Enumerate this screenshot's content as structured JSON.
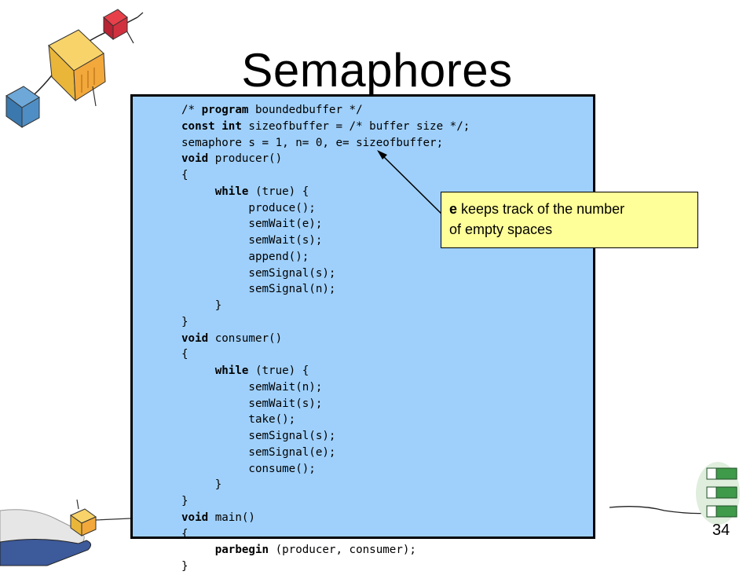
{
  "slide": {
    "title": "Semaphores",
    "page_number": "34"
  },
  "code_lines": [
    [
      {
        "t": "/* ",
        "b": false
      },
      {
        "t": "program",
        "b": true
      },
      {
        "t": " boundedbuffer */",
        "b": false
      }
    ],
    [
      {
        "t": "const",
        "b": true
      },
      {
        "t": " ",
        "b": false
      },
      {
        "t": "int",
        "b": true
      },
      {
        "t": " sizeofbuffer = /* buffer size */;",
        "b": false
      }
    ],
    [
      {
        "t": "semaphore s = 1, n= 0, e= sizeofbuffer;",
        "b": false
      }
    ],
    [
      {
        "t": "void",
        "b": true
      },
      {
        "t": " producer()",
        "b": false
      }
    ],
    [
      {
        "t": "{",
        "b": false
      }
    ],
    [
      {
        "t": "     ",
        "b": false
      },
      {
        "t": "while",
        "b": true
      },
      {
        "t": " (true) {",
        "b": false
      }
    ],
    [
      {
        "t": "          produce();",
        "b": false
      }
    ],
    [
      {
        "t": "          semWait(e);",
        "b": false
      }
    ],
    [
      {
        "t": "          semWait(s);",
        "b": false
      }
    ],
    [
      {
        "t": "          append();",
        "b": false
      }
    ],
    [
      {
        "t": "          semSignal(s);",
        "b": false
      }
    ],
    [
      {
        "t": "          semSignal(n);",
        "b": false
      }
    ],
    [
      {
        "t": "     }",
        "b": false
      }
    ],
    [
      {
        "t": "}",
        "b": false
      }
    ],
    [
      {
        "t": "void",
        "b": true
      },
      {
        "t": " consumer()",
        "b": false
      }
    ],
    [
      {
        "t": "{",
        "b": false
      }
    ],
    [
      {
        "t": "     ",
        "b": false
      },
      {
        "t": "while",
        "b": true
      },
      {
        "t": " (true) {",
        "b": false
      }
    ],
    [
      {
        "t": "          semWait(n);",
        "b": false
      }
    ],
    [
      {
        "t": "          semWait(s);",
        "b": false
      }
    ],
    [
      {
        "t": "          take();",
        "b": false
      }
    ],
    [
      {
        "t": "          semSignal(s);",
        "b": false
      }
    ],
    [
      {
        "t": "          semSignal(e);",
        "b": false
      }
    ],
    [
      {
        "t": "          consume();",
        "b": false
      }
    ],
    [
      {
        "t": "     }",
        "b": false
      }
    ],
    [
      {
        "t": "}",
        "b": false
      }
    ],
    [
      {
        "t": "void",
        "b": true
      },
      {
        "t": " main()",
        "b": false
      }
    ],
    [
      {
        "t": "{",
        "b": false
      }
    ],
    [
      {
        "t": "     ",
        "b": false
      },
      {
        "t": "parbegin",
        "b": true
      },
      {
        "t": " (producer, consumer);",
        "b": false
      }
    ],
    [
      {
        "t": "}",
        "b": false
      }
    ]
  ],
  "callout": {
    "bold_term": "e",
    "text_line1": " keeps track of the number",
    "text_line2": "of empty spaces"
  },
  "colors": {
    "code_panel_bg": "#9fd0fb",
    "callout_bg": "#ffff99"
  }
}
